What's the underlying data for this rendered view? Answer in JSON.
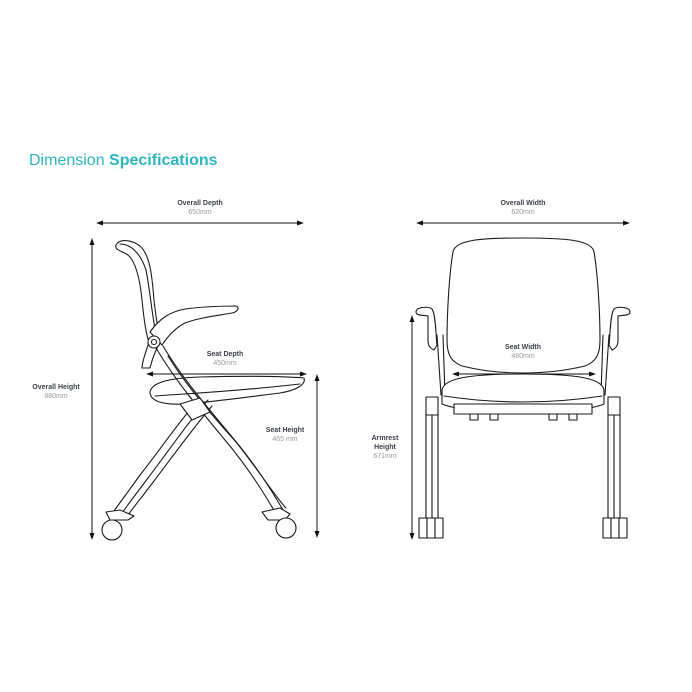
{
  "title": {
    "light": "Dimension",
    "bold": "Specifications",
    "color": "#2bb6bf"
  },
  "side_view": {
    "overall_depth": {
      "name": "Overall Depth",
      "value": "650mm"
    },
    "overall_height": {
      "name": "Overall Height",
      "value": "880mm"
    },
    "seat_depth": {
      "name": "Seat Depth",
      "value": "450mm"
    },
    "seat_height": {
      "name": "Seat Height",
      "value": "465 mm"
    }
  },
  "front_view": {
    "overall_width": {
      "name": "Overall Width",
      "value": "620mm"
    },
    "seat_width": {
      "name": "Seat Width",
      "value": "480mm"
    },
    "armrest_height": {
      "name_line1": "Armrest",
      "name_line2": "Height",
      "value": "671mm"
    }
  },
  "colors": {
    "accent": "#2bb6bf",
    "label": "#3a3f4a",
    "value": "#9a9a9a",
    "line": "#1a1a1a"
  }
}
